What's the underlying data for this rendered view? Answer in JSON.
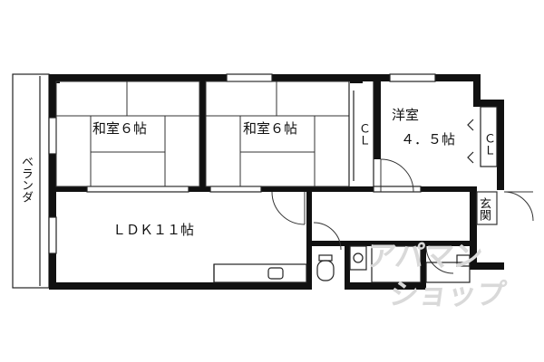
{
  "rooms": {
    "washitsu_left": "和室６帖",
    "washitsu_right": "和室６帖",
    "youshitsu_name": "洋室",
    "youshitsu_size": "４．５帖",
    "ldk": "ＬＤＫ１１帖",
    "genkan": "玄関",
    "veranda": "ベランダ"
  },
  "closets": {
    "cl_middle": "ＣＬ",
    "cl_right": "ＣＬ"
  },
  "watermark": {
    "line1": "アパマン",
    "line2": "ショップ"
  },
  "colors": {
    "wall": "#111111",
    "line": "#222222",
    "watermark": "#d9d9d9",
    "background": "#ffffff"
  }
}
